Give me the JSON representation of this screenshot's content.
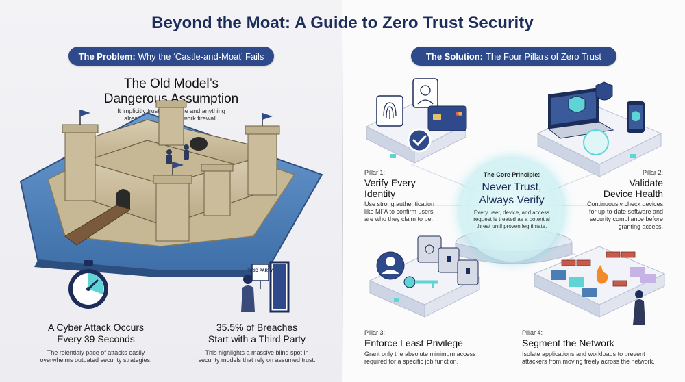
{
  "title": "Beyond the Moat: A Guide to Zero Trust Security",
  "problem": {
    "pill_bold": "The Problem:",
    "pill_rest": "Why the ‘Castle-and-Moat’ Fails",
    "heading_line1": "The Old Model’s",
    "heading_line2": "Dangerous Assumption",
    "sub_line1": "It implicitly trusted anyone and anything",
    "sub_line2": "already inside the network firewall.",
    "stat1_line1": "A Cyber Attack Occurs",
    "stat1_line2": "Every 39 Seconds",
    "stat1_body_line1": "The relentlaly pace of attacks easily",
    "stat1_body_line2": "overwhelms outdated security strategies.",
    "stat2_line1": "35.5% of Breaches",
    "stat2_line2": "Start with a Third Party",
    "stat2_body_line1": "This highlights a massive blind spot in",
    "stat2_body_line2": "security models that rely on assumed trust.",
    "sign_text": "TIRID PARTY"
  },
  "solution": {
    "pill_bold": "The Solution:",
    "pill_rest": "The Four Pillars of Zero Trust",
    "core_label": "The Core Principle:",
    "core_title_line1": "Never Trust,",
    "core_title_line2": "Always Verify",
    "core_body_line1": "Every user, device, and access",
    "core_body_line2": "request is treated as a potential",
    "core_body_line3": "threat until proven legitimate.",
    "pillars": [
      {
        "label": "Pillar 1:",
        "title_line1": "Verify Every",
        "title_line2": "Identity",
        "body_line1": "Use strong authentication",
        "body_line2": "like MFA to confirm users",
        "body_line3": "are who they claim to be."
      },
      {
        "label": "Pillar 2:",
        "title_line1": "Validate",
        "title_line2": "Device Health",
        "body_line1": "Continuously check devices",
        "body_line2": "for up-to-date software and",
        "body_line3": "security compliance before",
        "body_line4": "granting access."
      },
      {
        "label": "Pillar 3:",
        "title_line1": "Enforce Least Privilege",
        "body_line1": "Grant only the absolute minimum access",
        "body_line2": "required for a specific job function."
      },
      {
        "label": "Pillar 4:",
        "title_line1": "Segment the Network",
        "body_line1": "Isolate applications and workloads to prevent",
        "body_line2": "attackers from moving freely across the network."
      }
    ]
  },
  "colors": {
    "title": "#1d2d5a",
    "pill": "#2f4a8a",
    "moat": "#4a7fb5",
    "stone": "#cdbfa0",
    "teal": "#5fd4d4"
  },
  "icons": [
    "castle-illustration",
    "stopwatch-icon",
    "third-party-figure-icon",
    "fingerprint-icon",
    "face-id-icon",
    "credit-card-icon",
    "checkmark-icon",
    "laptop-icon",
    "shield-icon",
    "phone-icon",
    "vault-icon",
    "key-icon",
    "user-icon",
    "firewall-icon",
    "fire-icon",
    "intruder-figure-icon"
  ]
}
